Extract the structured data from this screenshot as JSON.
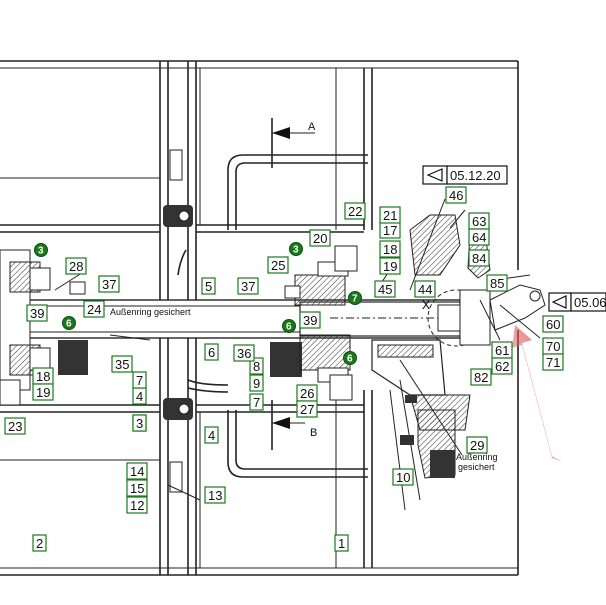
{
  "drawing": {
    "part_labels": [
      "1",
      "2",
      "3",
      "4",
      "5",
      "6",
      "7",
      "8",
      "9",
      "10",
      "12",
      "13",
      "14",
      "15",
      "17",
      "18",
      "19",
      "20",
      "21",
      "22",
      "23",
      "24",
      "25",
      "26",
      "27",
      "28",
      "29",
      "35",
      "36",
      "37",
      "39",
      "44",
      "45",
      "46",
      "60",
      "61",
      "62",
      "63",
      "64",
      "70",
      "71",
      "82",
      "84",
      "85"
    ],
    "circled_markers": [
      "3",
      "6",
      "7"
    ],
    "annotation_bar": "Außenring gesichert",
    "annotation_lower": [
      "Außenring",
      "gesichert"
    ],
    "section_marks": [
      "A",
      "B"
    ],
    "tolerance_frames": [
      {
        "symbol": "taper-icon",
        "value": "05.12.20"
      },
      {
        "symbol": "taper-icon",
        "value": "05.06"
      }
    ],
    "point_marker": "X",
    "colors": {
      "label_border": "#1a7a1a",
      "marker_fill": "#1a7a1a",
      "arrow": "#e05a5a",
      "lines": "#222222"
    }
  }
}
